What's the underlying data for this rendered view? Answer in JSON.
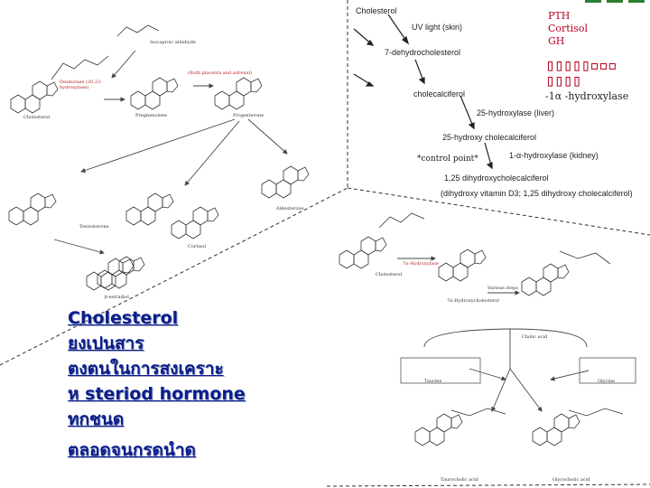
{
  "vitd_pathway": {
    "steps": [
      "Cholesterol",
      "7-dehydrocholesterol",
      "cholecalciferol",
      "25-hydroxy cholecalciferol",
      "1,25 dihydroxycholecalciferol"
    ],
    "enzymes": [
      "UV light (skin)",
      "25-hydroxylase (liver)",
      "1-α-hydroxylase (kidney)"
    ],
    "final_note": "(dihydroxy vitamin D3; 1,25 dihydroxy cholecalciferol)"
  },
  "regulators": {
    "lines": [
      "PTH",
      "Cortisol",
      "GH"
    ],
    "boxes_line1": "▯▯▯▯▯▫▫▫",
    "boxes_line2": "▯▯▯▯",
    "enzyme_label": "-1α -hydroxylase"
  },
  "control_point_label": "*control point*",
  "steroid_labels": {
    "isocaproic": "Isocaproic aldehyde",
    "desmolase": "Desmolase (20,22-hydroxylase)",
    "cholesterol": "Cholesterol",
    "pregnenolone": "Pregnenolone",
    "progesterone": "Progesterone",
    "step_note": "(Both placenta and adrenal)",
    "testosterone": "Testosterone",
    "cortisol": "Cortisol",
    "aldosterone": "Aldosterone",
    "estradiol": "β-estradiol"
  },
  "bile_labels": {
    "cholesterol": "Cholesterol",
    "hydroxylase": "7α-Hydroxylase",
    "intermediate": "7α-Hydroxycholesterol",
    "enzymes": "Various steps",
    "cholic_acid": "Cholic acid",
    "taurine": "Taurine",
    "glycine": "Glycine",
    "taurocholic": "Taurocholic acid",
    "glycocholic": "Glycocholic acid"
  },
  "main_text_lines": [
    "Cholesterol",
    "ยงเปนสาร",
    "ตงตนในการสงเคราะ",
    "ห  steriod hormone",
    "ทกชนด",
    "ตลอดจนกรดนำด"
  ],
  "colors": {
    "accent": "#b8001f",
    "main_text": "#0b1e8a",
    "corner": "#2e7d32"
  }
}
